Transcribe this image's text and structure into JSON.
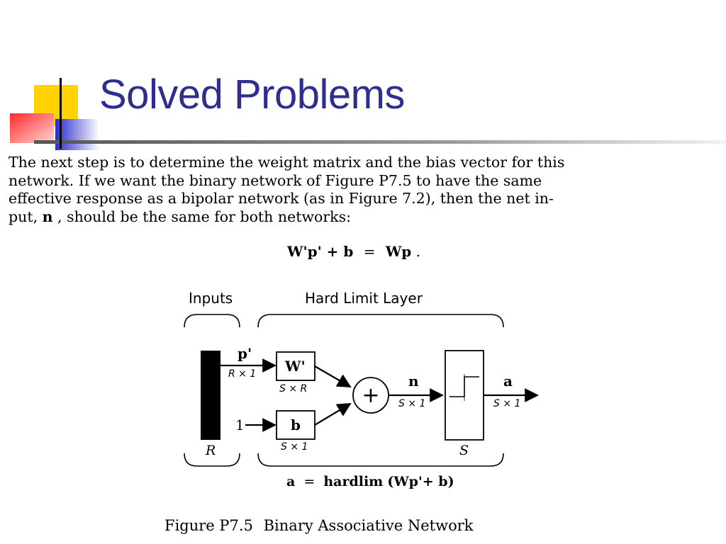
{
  "slide": {
    "title": "Solved Problems",
    "paragraph": {
      "line1": "The next step is to determine the weight matrix and the bias vector for this",
      "line2": "network. If we want the binary network of Figure P7.5 to have the same",
      "line3": "effective response as a bipolar network (as in Figure 7.2), then the net in-",
      "line4_pre": "put, ",
      "line4_sym": "n",
      "line4_post": " , should be the same for both networks:"
    },
    "equation": {
      "lhs": "W'p' + b",
      "eq": "=",
      "rhs": "Wp",
      "end": "."
    }
  },
  "figure": {
    "inputs_label": "Inputs",
    "layer_label": "Hard Limit Layer",
    "input_vector": "p'",
    "input_dims": "R × 1",
    "weight_label": "W'",
    "weight_dims": "S × R",
    "bias_input": "1",
    "bias_label": "b",
    "bias_dims": "S × 1",
    "sum_symbol": "+",
    "net_label": "n",
    "net_dims": "S × 1",
    "output_label": "a",
    "output_dims": "S × 1",
    "input_size": "R",
    "layer_size": "S",
    "formula_lhs": "a",
    "formula_eq": "=",
    "formula_func": "hardlim",
    "formula_arg": "(Wp'+ b)",
    "caption_number": "Figure P7.5",
    "caption_text": "Binary Associative Network"
  },
  "colors": {
    "title": "#2e2e8f",
    "deco_yellow": "#ffd200",
    "deco_blue": "#2b2bcf",
    "deco_red": "#ff2020"
  }
}
